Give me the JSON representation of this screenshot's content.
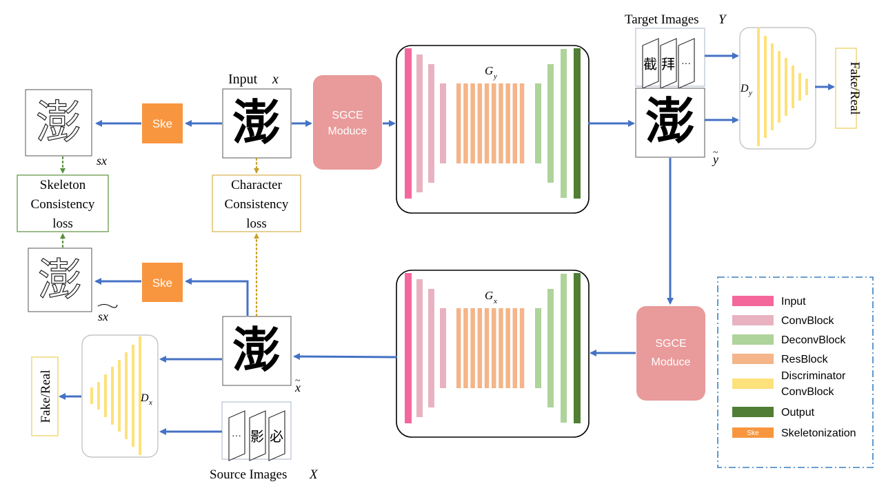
{
  "labels": {
    "input": "Input",
    "input_var": "x",
    "target_images": "Target Images",
    "target_var": "Y",
    "source_images": "Source Images",
    "source_var": "X",
    "sx": "sx",
    "sx_tilde": "sx",
    "y_tilde": "y",
    "x_tilde": "x",
    "gy_main": "G",
    "gy_sub": "y",
    "gx_main": "G",
    "gx_sub": "x",
    "dy_main": "D",
    "dy_sub": "y",
    "dx_main": "D",
    "dx_sub": "x"
  },
  "blocks": {
    "sgce_top_1": "SGCE",
    "sgce_top_2": "Moduce",
    "sgce_bottom_1": "SGCE",
    "sgce_bottom_2": "Moduce",
    "ske_top": "Ske",
    "ske_bottom": "Ske",
    "fake_real_top": "Fake/Real",
    "fake_real_bottom": "Fake/Real"
  },
  "losses": {
    "skeleton": [
      "Skeleton",
      "Consistency",
      "loss"
    ],
    "character": [
      "Character",
      "Consistency",
      "loss"
    ]
  },
  "characters": {
    "main": "澎",
    "target_1": "截",
    "target_2": "拜",
    "source_2": "影",
    "source_3": "必",
    "ellipsis": "···"
  },
  "legend": [
    {
      "label": "Input",
      "color": "#f4679b"
    },
    {
      "label": "ConvBlock",
      "color": "#e8b2c1"
    },
    {
      "label": "DeconvBlock",
      "color": "#aed39b"
    },
    {
      "label": "ResBlock",
      "color": "#f3b589"
    },
    {
      "label": "Discriminator",
      "label2": "ConvBlock",
      "color": "#fde17b"
    },
    {
      "label": "Output",
      "color": "#4f7e34"
    },
    {
      "label": "Skeletonization",
      "color": "#f8963f",
      "chip": "Ske"
    }
  ],
  "colors": {
    "arrow": "#4472c4",
    "dotted_green": "#5a8f3c",
    "dotted_gold": "#c8a02a",
    "sgce": "#e99a9a",
    "ske": "#f8963f",
    "legend_border": "#3a7fc0"
  }
}
